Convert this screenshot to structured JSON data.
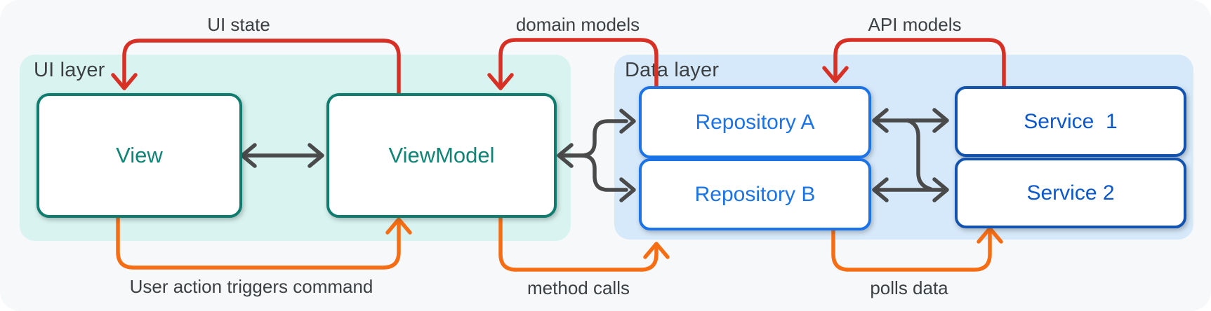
{
  "diagram_title": "MVVM architecture: UI layer and Data layer",
  "colors": {
    "canvas_bg": "#f7f8fa",
    "ui_panel_bg": "#d9f4f0",
    "data_panel_bg": "#d6e9fa",
    "label_gray": "#3c4043",
    "arrow_gray": "#4a4a4a",
    "arrow_red": "#d93025",
    "arrow_orange": "#f76d13",
    "teal_border": "#0e7d6f",
    "teal_text": "#0f8575",
    "repo_blue": "#1a73e8",
    "service_border": "#1353b0",
    "service_text": "#0b57d0",
    "node_bg": "#ffffff"
  },
  "layers": {
    "ui": {
      "title": "UI layer"
    },
    "data": {
      "title": "Data layer"
    }
  },
  "nodes": {
    "view": {
      "label": "View"
    },
    "viewmodel": {
      "label": "ViewModel"
    },
    "repo_a": {
      "label": "Repository A"
    },
    "repo_b": {
      "label": "Repository B"
    },
    "service_1": {
      "label": "Service  1"
    },
    "service_2": {
      "label": "Service 2"
    }
  },
  "arrows": {
    "ui_state": {
      "label": "UI state",
      "from": "ViewModel",
      "to": "View",
      "color": "red"
    },
    "domain_models": {
      "label": "domain models",
      "from": "Repository A",
      "to": "ViewModel",
      "color": "red"
    },
    "api_models": {
      "label": "API models",
      "from": "Service 1",
      "to": "Repository A",
      "color": "red"
    },
    "user_action": {
      "label": "User action triggers command",
      "from": "View",
      "to": "ViewModel",
      "color": "orange"
    },
    "method_calls": {
      "label": "method calls",
      "from": "ViewModel",
      "to": "Repository B",
      "color": "orange"
    },
    "polls_data": {
      "label": "polls data",
      "from": "Repository B",
      "to": "Service 2",
      "color": "orange"
    },
    "view_viewmodel": {
      "label": "",
      "from": "View",
      "to": "ViewModel",
      "color": "gray",
      "bidirectional": true
    },
    "viewmodel_repos": {
      "label": "",
      "from": "ViewModel",
      "to": "Repository A / Repository B",
      "color": "gray",
      "bidirectional": true
    },
    "repo_a_service_1": {
      "label": "",
      "from": "Repository A",
      "to": "Service 1",
      "color": "gray",
      "bidirectional": true
    },
    "repo_b_service_2": {
      "label": "",
      "from": "Repository B",
      "to": "Service 2",
      "color": "gray",
      "bidirectional": true
    }
  }
}
